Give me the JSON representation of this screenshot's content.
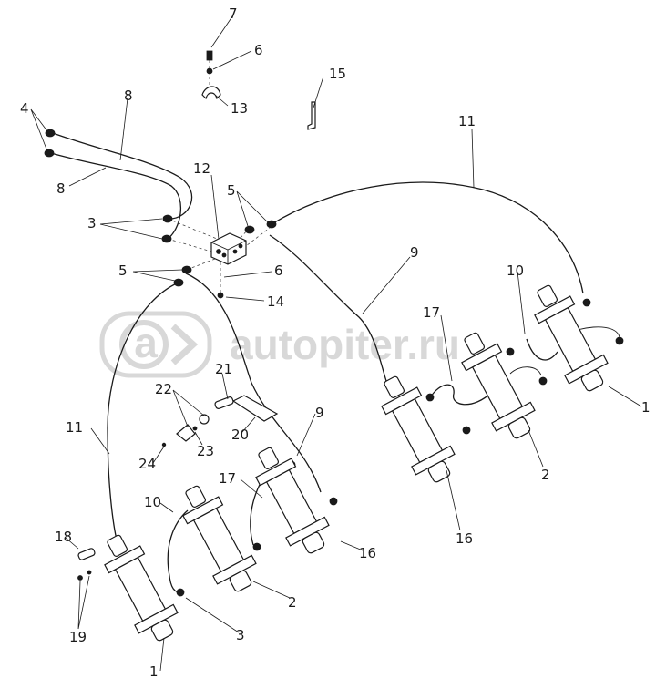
{
  "watermark": {
    "text": "autopiter.ru"
  },
  "callouts": [
    "1",
    "2",
    "3",
    "4",
    "5",
    "6",
    "7",
    "8",
    "9",
    "10",
    "11",
    "12",
    "13",
    "14",
    "15",
    "16",
    "17",
    "18",
    "19",
    "20",
    "21",
    "22",
    "23",
    "24"
  ]
}
